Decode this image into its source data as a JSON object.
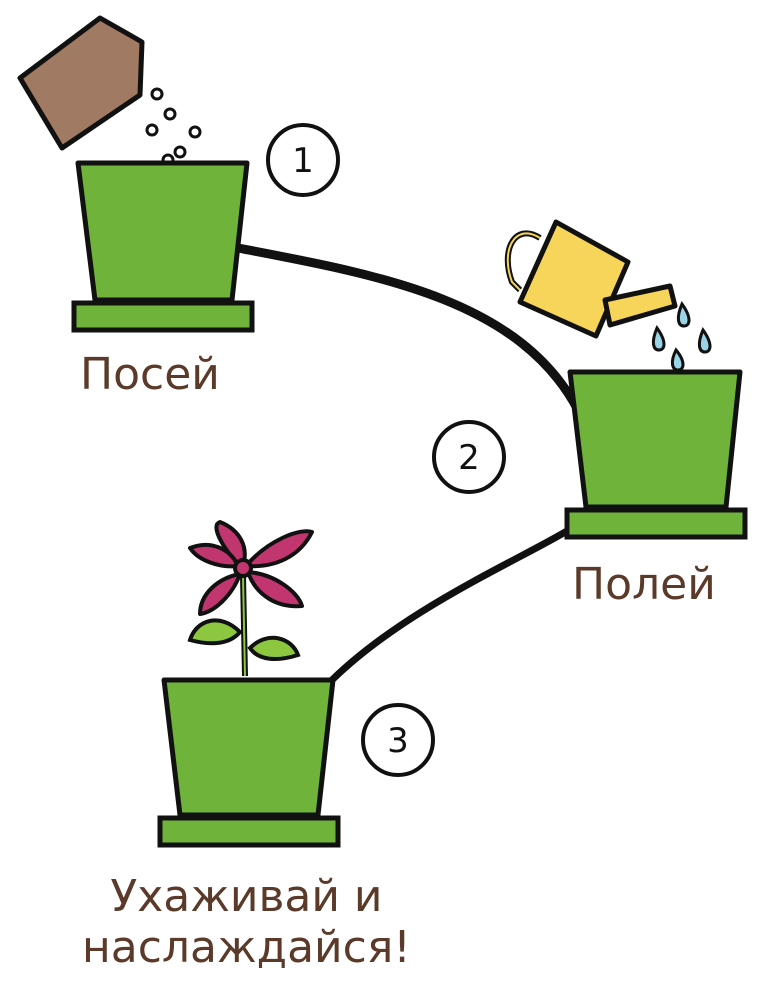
{
  "steps": [
    {
      "number": "1",
      "label": "Посей"
    },
    {
      "number": "2",
      "label": "Полей"
    },
    {
      "number": "3",
      "label_line1": "Ухаживай и",
      "label_line2": "наслаждайся!"
    }
  ],
  "colors": {
    "pot": "#6fb33a",
    "outline": "#111111",
    "seed_bag": "#a07a62",
    "watering_can": "#f7d45a",
    "flower": "#c2366f",
    "leaf": "#8dc63f",
    "water": "#9ad4e6",
    "text": "#5b3a2a"
  },
  "icons": [
    "seed-bag-icon",
    "watering-can-icon",
    "flower-icon"
  ]
}
